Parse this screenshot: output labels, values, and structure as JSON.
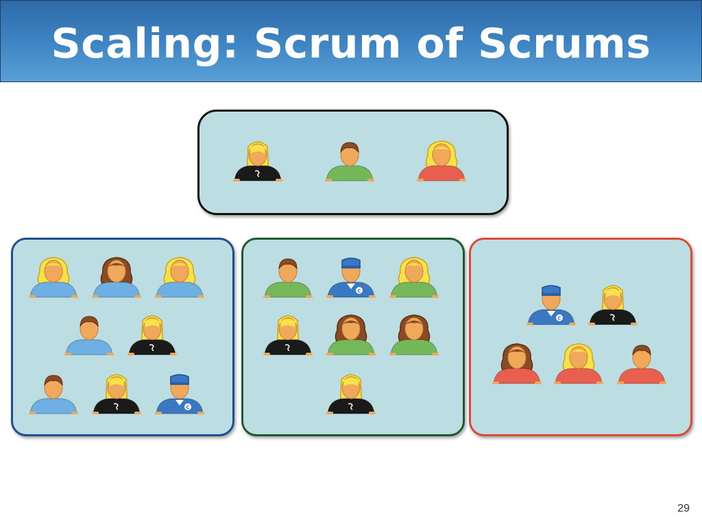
{
  "slide": {
    "title": "Scaling: Scrum of Scrums",
    "page_number": "29"
  },
  "colors": {
    "title_bar": "#3f86c4",
    "box_fill": "#bcdee3",
    "top_border": "#111111",
    "blue_border": "#1e4e91",
    "green_border": "#1f5a2a",
    "red_border": "#dc4a37"
  },
  "teams": {
    "top": {
      "members": [
        "blonde-straight-black",
        "short-green",
        "blonde-curly-red"
      ]
    },
    "blue": {
      "members": [
        "blonde-curly-blue",
        "brown-curly-blue",
        "blonde-curly-blue",
        "short-blue",
        "blonde-straight-black",
        "short-blue",
        "blonde-straight-black",
        "cap-blue"
      ]
    },
    "green": {
      "members": [
        "short-green",
        "cap-blue",
        "blonde-curly-green",
        "blonde-straight-black",
        "brown-curly-green",
        "brown-curly-green",
        "blonde-straight-black"
      ]
    },
    "red": {
      "members": [
        "cap-blue",
        "blonde-straight-black",
        "brown-curly-red",
        "blonde-curly-red",
        "short-red"
      ]
    }
  }
}
